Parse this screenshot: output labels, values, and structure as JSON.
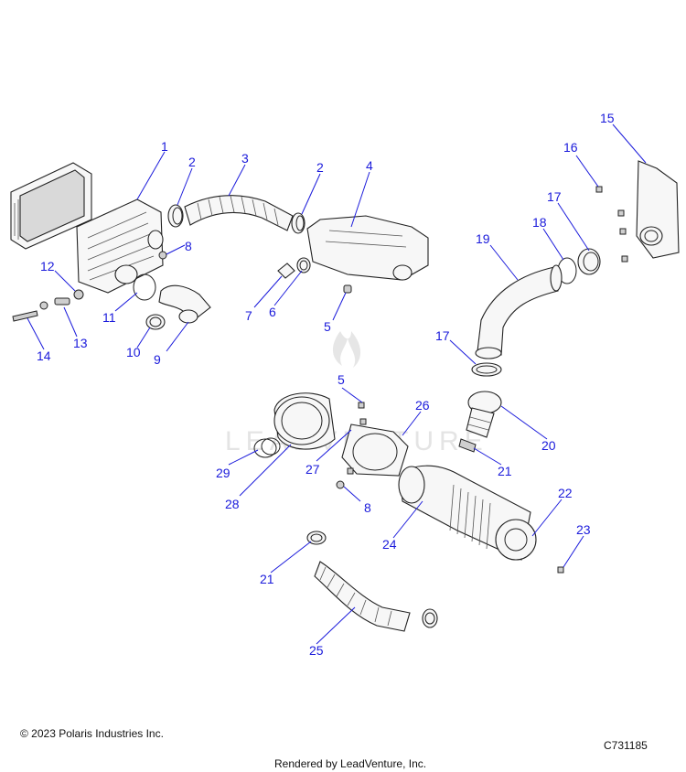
{
  "watermark": "LEADVENTURE",
  "callouts": [
    {
      "id": "c1",
      "label": "1"
    },
    {
      "id": "c2a",
      "label": "2"
    },
    {
      "id": "c2b",
      "label": "2"
    },
    {
      "id": "c3",
      "label": "3"
    },
    {
      "id": "c4",
      "label": "4"
    },
    {
      "id": "c5a",
      "label": "5"
    },
    {
      "id": "c5b",
      "label": "5"
    },
    {
      "id": "c6",
      "label": "6"
    },
    {
      "id": "c7",
      "label": "7"
    },
    {
      "id": "c8a",
      "label": "8"
    },
    {
      "id": "c8b",
      "label": "8"
    },
    {
      "id": "c9",
      "label": "9"
    },
    {
      "id": "c10",
      "label": "10"
    },
    {
      "id": "c11",
      "label": "11"
    },
    {
      "id": "c12",
      "label": "12"
    },
    {
      "id": "c13",
      "label": "13"
    },
    {
      "id": "c14",
      "label": "14"
    },
    {
      "id": "c15",
      "label": "15"
    },
    {
      "id": "c16",
      "label": "16"
    },
    {
      "id": "c17a",
      "label": "17"
    },
    {
      "id": "c17b",
      "label": "17"
    },
    {
      "id": "c18",
      "label": "18"
    },
    {
      "id": "c19",
      "label": "19"
    },
    {
      "id": "c20",
      "label": "20"
    },
    {
      "id": "c21a",
      "label": "21"
    },
    {
      "id": "c21b",
      "label": "21"
    },
    {
      "id": "c22",
      "label": "22"
    },
    {
      "id": "c23",
      "label": "23"
    },
    {
      "id": "c24",
      "label": "24"
    },
    {
      "id": "c25",
      "label": "25"
    },
    {
      "id": "c26",
      "label": "26"
    },
    {
      "id": "c27",
      "label": "27"
    },
    {
      "id": "c28",
      "label": "28"
    },
    {
      "id": "c29",
      "label": "29"
    }
  ],
  "footer": {
    "copyright": "© 2023 Polaris Industries Inc.",
    "drawing_number": "C731185",
    "rendered_by": "Rendered by LeadVenture, Inc."
  },
  "colors": {
    "callout": "#1a1adb",
    "line_art": "#222222",
    "watermark": "#e4e4e4"
  }
}
